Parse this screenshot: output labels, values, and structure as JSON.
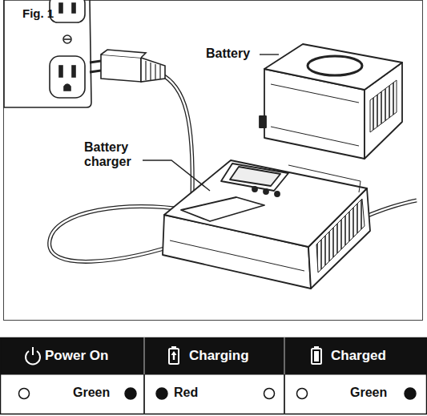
{
  "diagram": {
    "labels": [
      "Fig. 1",
      "Battery",
      "Battery charger",
      "Power On",
      "Charging",
      "Charged",
      "Green",
      "Red",
      "Green"
    ]
  }
}
